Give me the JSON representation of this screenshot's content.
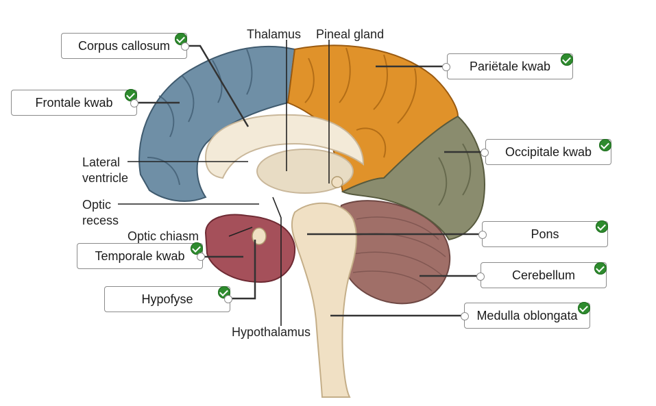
{
  "static_labels": {
    "thalamus": "Thalamus",
    "pineal_gland": "Pineal gland",
    "lateral_ventricle_1": "Lateral",
    "lateral_ventricle_2": "ventricle",
    "optic_recess_1": "Optic",
    "optic_recess_2": "recess",
    "optic_chiasm": "Optic chiasm",
    "hypothalamus": "Hypothalamus"
  },
  "answer_boxes": {
    "corpus_callosum": "Corpus callosum",
    "frontale_kwab": "Frontale kwab",
    "temporale_kwab": "Temporale kwab",
    "hypofyse": "Hypofyse",
    "parietale_kwab": "Pariëtale kwab",
    "occipitale_kwab": "Occipitale kwab",
    "pons": "Pons",
    "cerebellum": "Cerebellum",
    "medulla_oblongata": "Medulla oblongata"
  },
  "colors": {
    "frontal": "#6f8fa6",
    "parietal": "#e0922a",
    "occipital": "#8a8c6e",
    "temporal": "#a5505a",
    "cerebellum": "#a06f68",
    "brainstem": "#f0e0c4",
    "check": "#2e8b2e"
  }
}
